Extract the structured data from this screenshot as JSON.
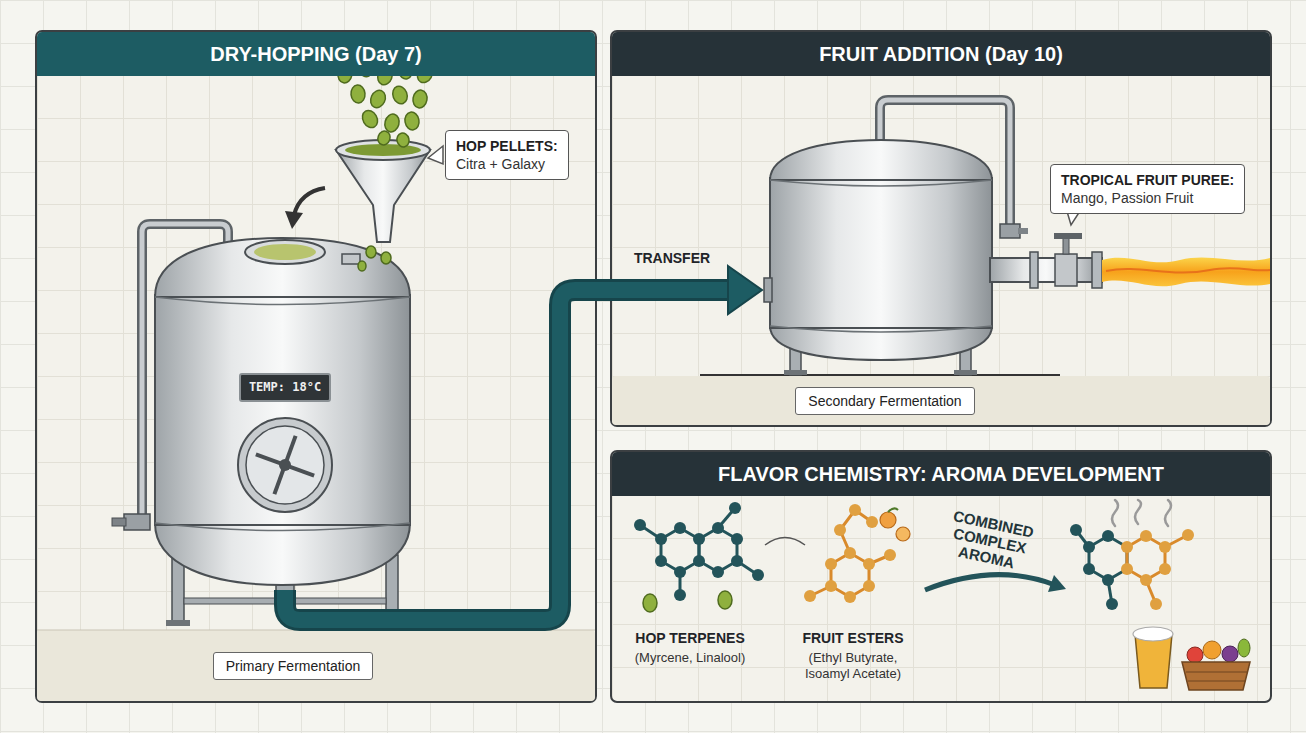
{
  "diagram": {
    "nodes": [
      {
        "text": [
          "DRY-HOPPING (Day 7)"
        ]
      },
      {
        "text": [
          "HOP PELLETS:",
          "Citra + Galaxy"
        ],
        "in": 0
      },
      {
        "text": [
          "TEMP: 18°C"
        ],
        "in": 0
      },
      {
        "text": [
          "Primary Fermentation"
        ],
        "in": 0
      },
      {
        "text": [
          "FRUIT ADDITION (Day 10)"
        ]
      },
      {
        "text": [
          "TROPICAL FRUIT PUREE:",
          "Mango, Passion Fruit"
        ],
        "in": 4
      },
      {
        "text": [
          "Secondary Fermentation"
        ],
        "in": 4
      },
      {
        "text": [
          "FLAVOR CHEMISTRY: AROMA DEVELOPMENT"
        ]
      }
    ],
    "labels": [
      "TRANSFER",
      "HOP TERPENES",
      "(Myrcene, Linalool)",
      "FRUIT ESTERS",
      "(Ethyl Butyrate, Isoamyl Acetate)",
      "COMBINED COMPLEX AROMA"
    ]
  }
}
